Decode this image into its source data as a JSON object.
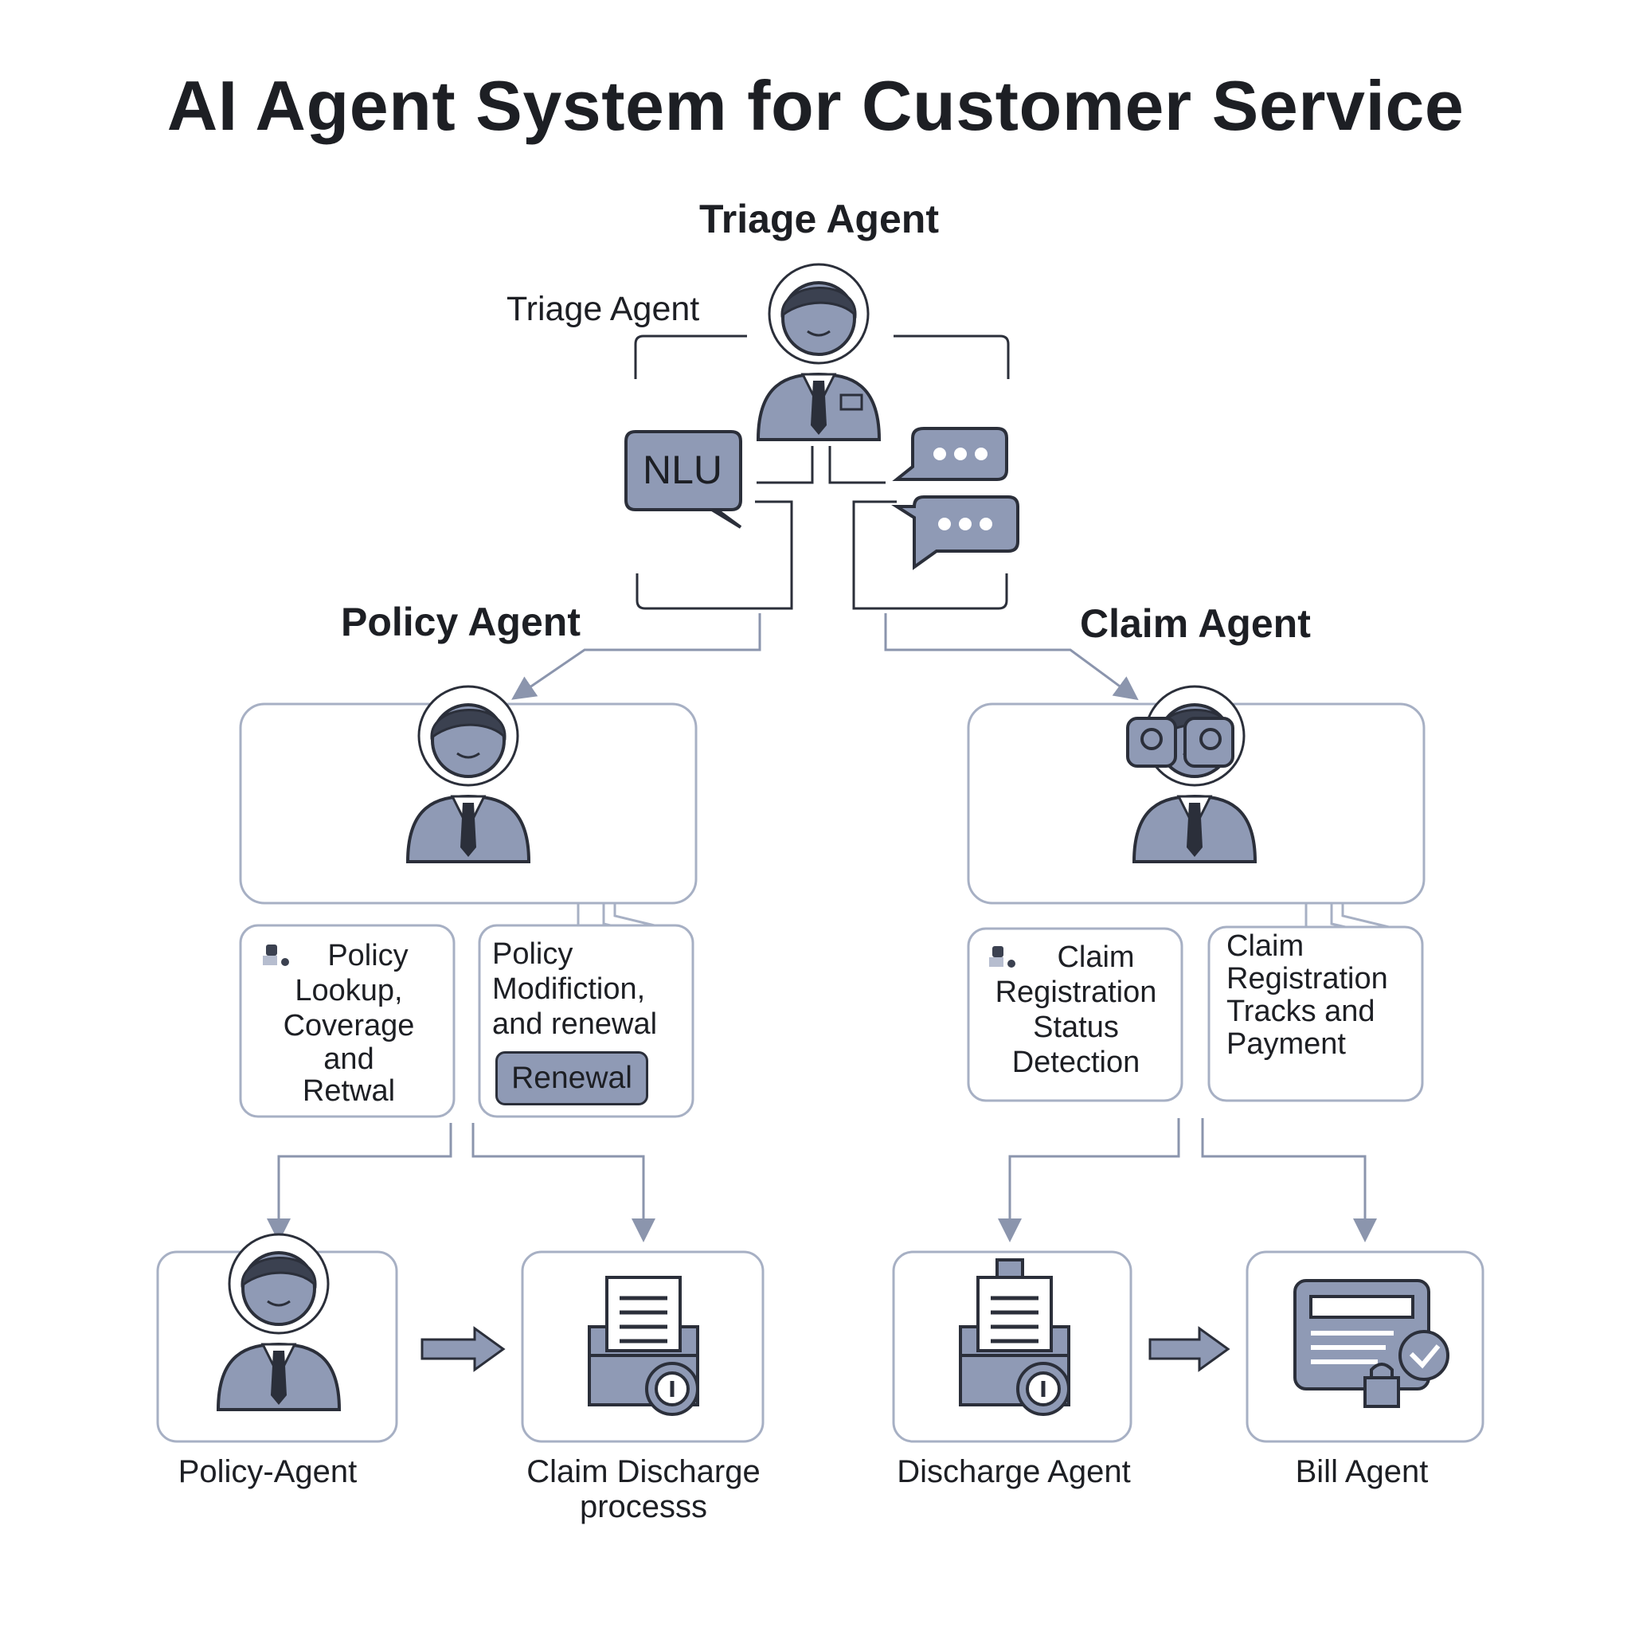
{
  "title": "AI Agent System for Customer Service",
  "triage": {
    "heading": "Triage Agent",
    "side_label": "Triage Agent",
    "nlu_label": "NLU"
  },
  "policy": {
    "heading": "Policy Agent",
    "card1_lines": [
      "Policy",
      "Lookup,",
      "Coverage",
      "and",
      "Retwal"
    ],
    "card2_lines": [
      "Policy",
      "Modifiction,",
      "and renewal"
    ],
    "card2_chip": "Renewal"
  },
  "claim": {
    "heading": "Claim Agent",
    "card1_lines": [
      "Claim",
      "Registration",
      "Status",
      "Detection"
    ],
    "card2_lines": [
      "Claim",
      "Registration",
      "Tracks and",
      "Payment"
    ]
  },
  "bottom": {
    "policy_agent": "Policy-Agent",
    "claim_discharge_lines": [
      "Claim Discharge",
      "processs"
    ],
    "discharge_agent": "Discharge Agent",
    "bill_agent": "Bill Agent"
  },
  "colors": {
    "accent_fill": "#8f9ab5",
    "stroke_dark": "#2b2f3a",
    "box_border": "#a7b0c4",
    "connector": "#8b95ad"
  },
  "icons": [
    "person-icon",
    "headset-person-icon",
    "chat-bubble-icon",
    "document-folder-icon",
    "bill-icon",
    "right-arrow-icon"
  ]
}
